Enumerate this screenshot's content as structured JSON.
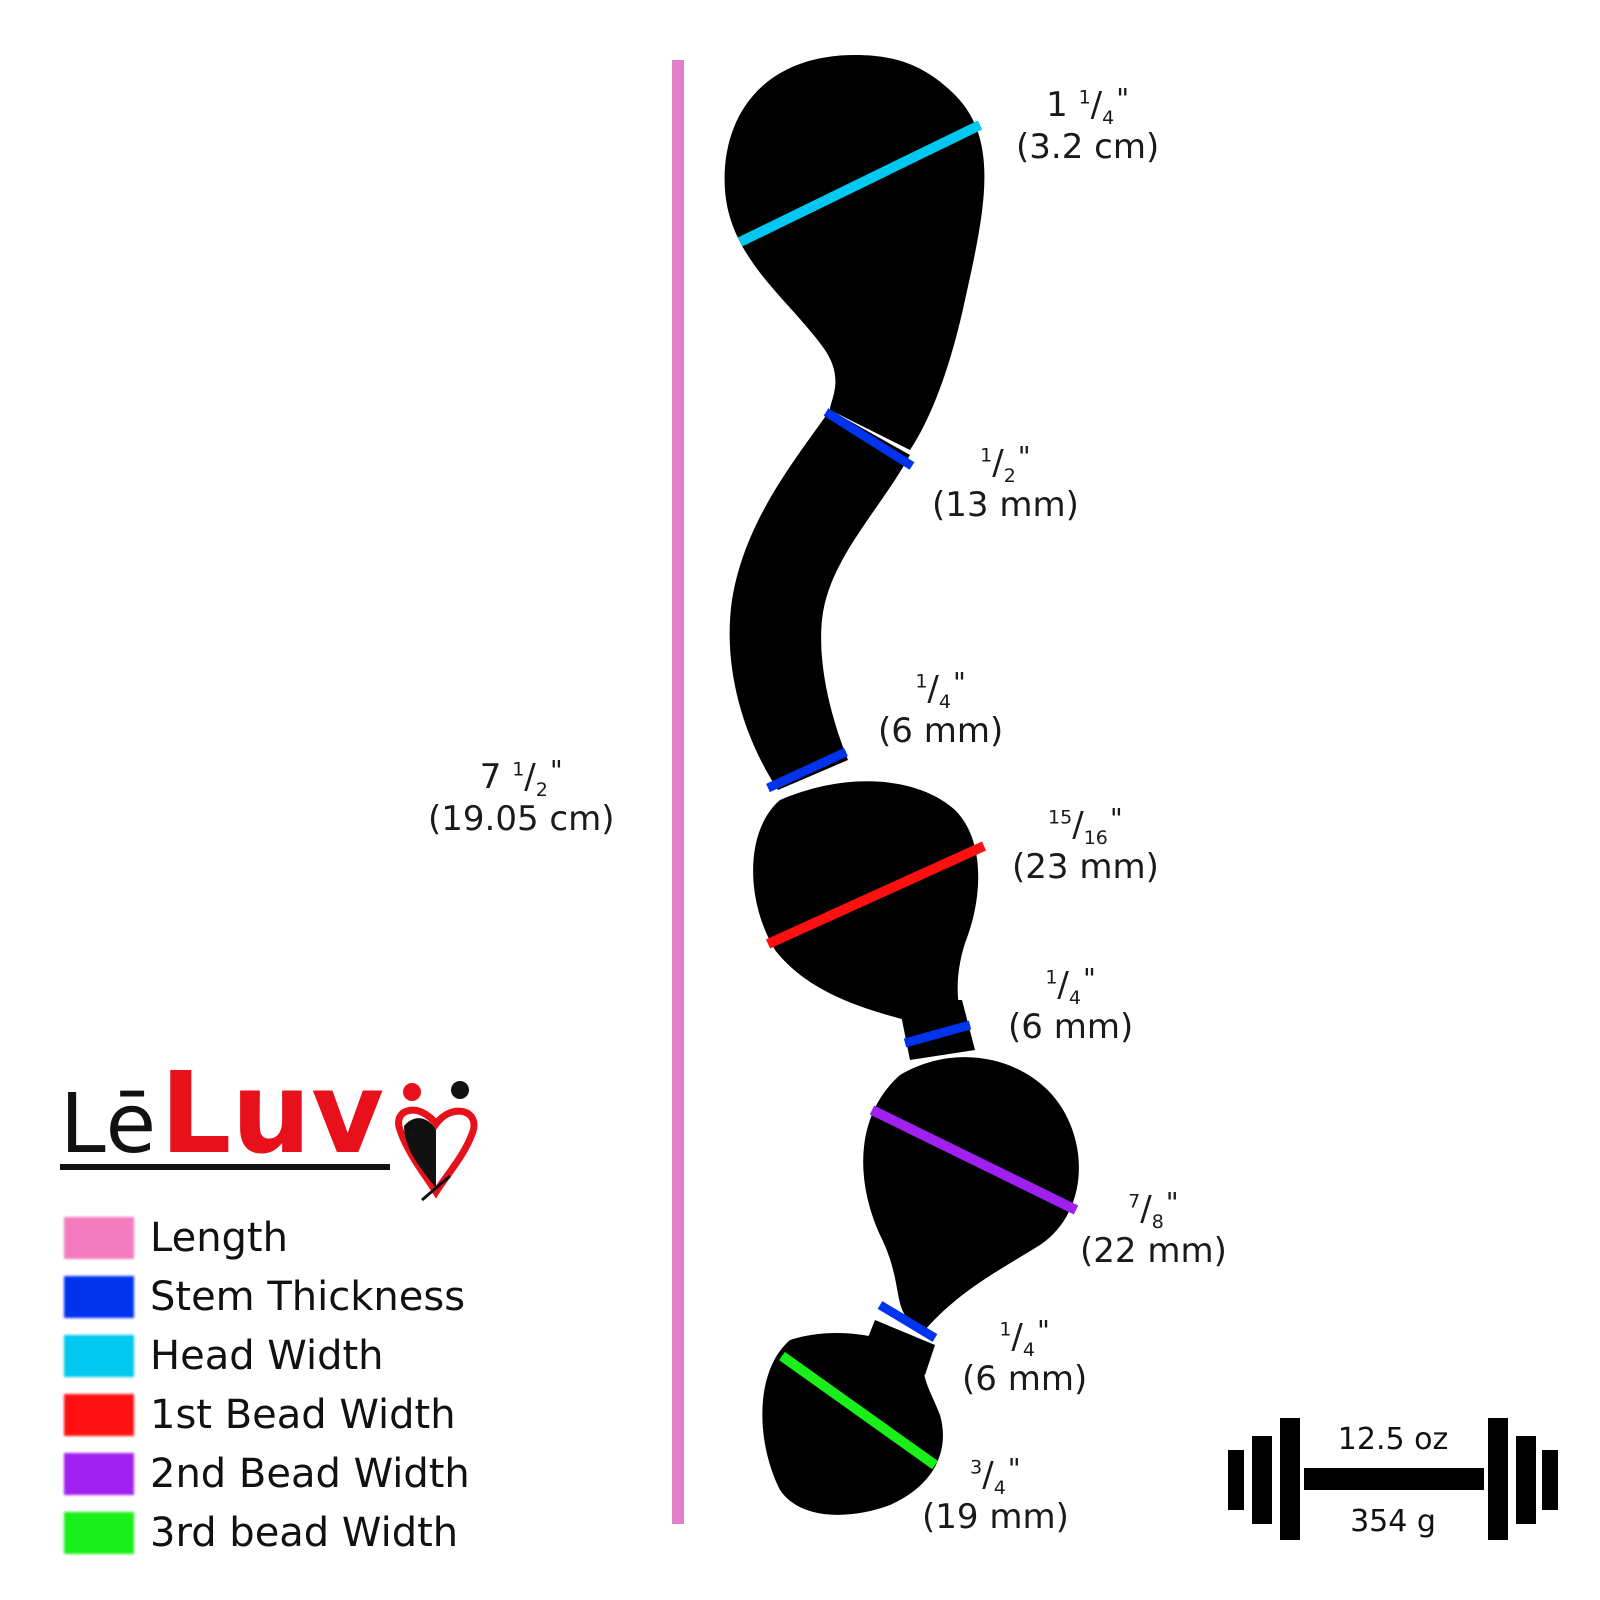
{
  "colors": {
    "length": "#e07fc9",
    "stem": "#0033ee",
    "head": "#00c8f0",
    "bead1": "#ff1010",
    "bead2": "#a020f0",
    "bead3": "#19f019",
    "silhouette": "#000000"
  },
  "total_length": {
    "whole": "7",
    "num": "1",
    "den": "2",
    "metric": "(19.05 cm)"
  },
  "measurements": [
    {
      "id": "head",
      "whole": "1",
      "num": "1",
      "den": "4",
      "metric": "(3.2 cm)"
    },
    {
      "id": "stem-top",
      "whole": "",
      "num": "1",
      "den": "2",
      "metric": "(13 mm)"
    },
    {
      "id": "stem-mid",
      "whole": "",
      "num": "1",
      "den": "4",
      "metric": "(6 mm)"
    },
    {
      "id": "bead1",
      "whole": "",
      "num": "15",
      "den": "16",
      "metric": "(23 mm)"
    },
    {
      "id": "stem-2",
      "whole": "",
      "num": "1",
      "den": "4",
      "metric": "(6 mm)"
    },
    {
      "id": "bead2",
      "whole": "",
      "num": "7",
      "den": "8",
      "metric": "(22 mm)"
    },
    {
      "id": "stem-3",
      "whole": "",
      "num": "1",
      "den": "4",
      "metric": "(6 mm)"
    },
    {
      "id": "bead3",
      "whole": "",
      "num": "3",
      "den": "4",
      "metric": "(19 mm)"
    }
  ],
  "logo": {
    "prefix": "Lē",
    "name": "Luv"
  },
  "legend": [
    {
      "label": "Length",
      "color": "#f57bc0"
    },
    {
      "label": "Stem Thickness",
      "color": "#0033ee"
    },
    {
      "label": "Head Width",
      "color": "#00c8f0"
    },
    {
      "label": "1st Bead Width",
      "color": "#ff1010"
    },
    {
      "label": "2nd Bead Width",
      "color": "#a020f0"
    },
    {
      "label": "3rd bead Width",
      "color": "#19f019"
    }
  ],
  "weight": {
    "imperial": "12.5 oz",
    "metric": "354 g"
  }
}
